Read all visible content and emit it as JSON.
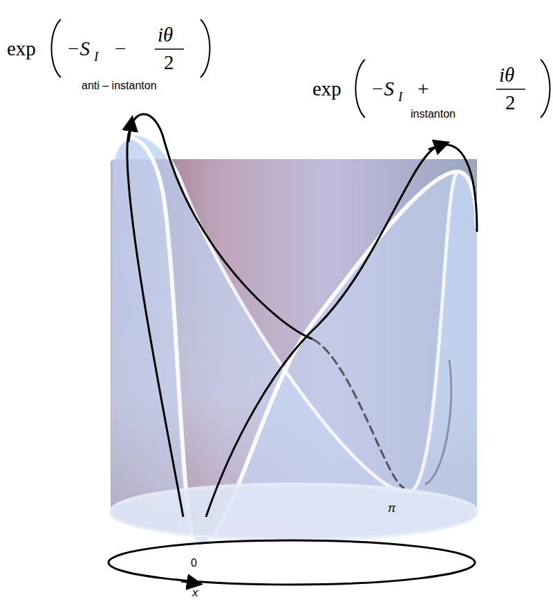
{
  "diagram": {
    "labels": [
      "exp",
      "−S",
      "I",
      "−",
      "iθ",
      "2",
      "anti – instanton",
      "exp",
      "−S",
      "I",
      "+",
      "iθ",
      "2",
      "instanton",
      "π",
      "0",
      "x"
    ]
  }
}
